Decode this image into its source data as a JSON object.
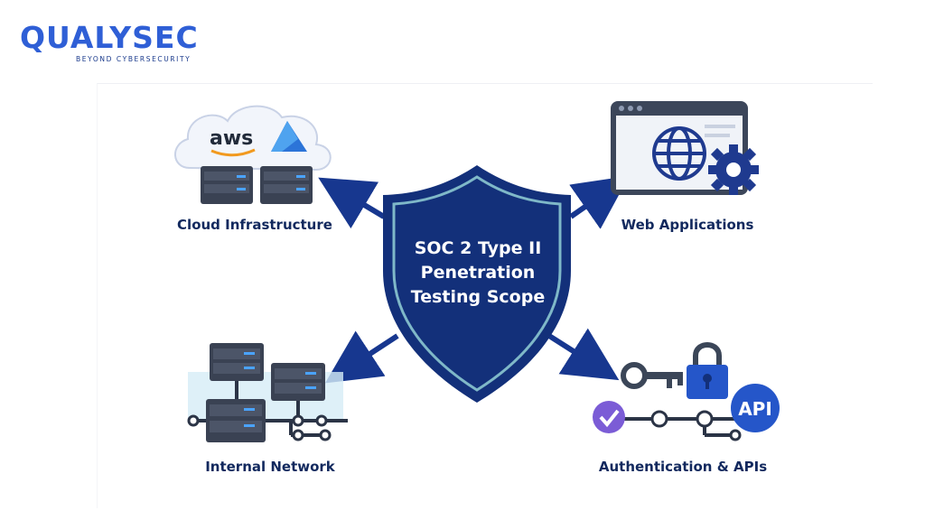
{
  "brand": {
    "name": "QUALYSEC",
    "tagline": "BEYOND CYBERSECURITY",
    "primary_color": "#2f5fd6"
  },
  "diagram": {
    "center": {
      "line1": "SOC 2 Type II",
      "line2": "Penetration",
      "line3": "Testing Scope",
      "shield_color": "#13307a",
      "outline_color": "#7fb8c8"
    },
    "nodes": {
      "cloud": {
        "label": "Cloud Infrastructure",
        "cloud_text": "aws",
        "icons": [
          "cloud-icon",
          "azure-logo-icon",
          "server-rack-icon"
        ]
      },
      "web": {
        "label": "Web Applications",
        "icons": [
          "browser-window-icon",
          "globe-icon",
          "gear-icon"
        ]
      },
      "network": {
        "label": "Internal Network",
        "icons": [
          "server-stack-icon",
          "network-links-icon"
        ]
      },
      "auth": {
        "label": "Authentication & APIs",
        "api_text": "API",
        "icons": [
          "key-icon",
          "padlock-icon",
          "checkmark-icon",
          "api-badge-icon"
        ]
      }
    }
  }
}
